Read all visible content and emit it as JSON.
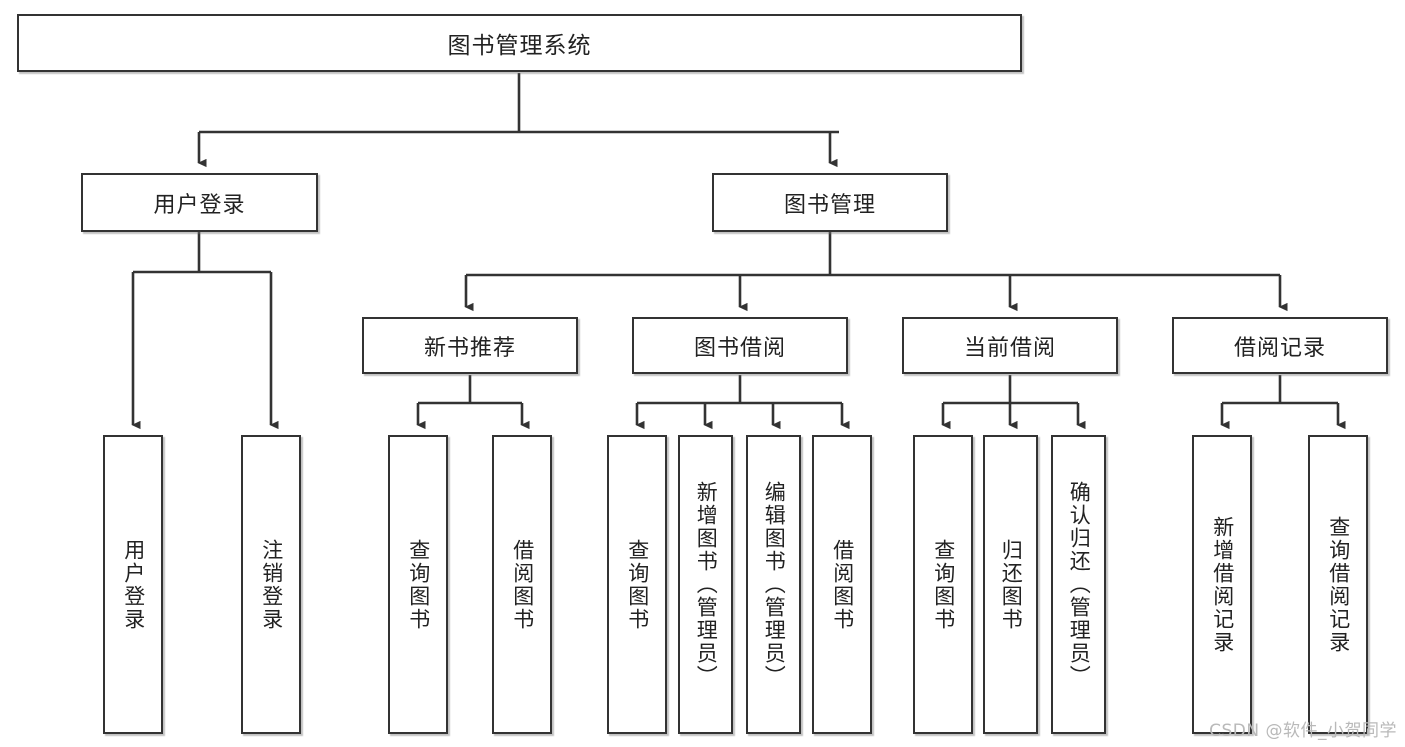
{
  "diagram": {
    "type": "tree-hierarchy",
    "title": "图书管理系统",
    "watermark": "CSDN @软件_小贺同学",
    "colors": {
      "border": "#333333",
      "background": "#ffffff",
      "text": "#222222",
      "watermark": "#b9b9b9"
    },
    "nodes": {
      "root": {
        "label": "图书管理系统",
        "level": 0
      },
      "user_login": {
        "label": "用户登录",
        "level": 1
      },
      "book_manage": {
        "label": "图书管理",
        "level": 1
      },
      "new_book_rec": {
        "label": "新书推荐",
        "level": 2
      },
      "book_borrow": {
        "label": "图书借阅",
        "level": 2
      },
      "current_borrow": {
        "label": "当前借阅",
        "level": 2
      },
      "borrow_record": {
        "label": "借阅记录",
        "level": 2
      },
      "leaf_user_login": {
        "label": "用户登录",
        "level": 2
      },
      "leaf_user_logout": {
        "label": "注销登录",
        "level": 2
      },
      "leaf_query_book_1": {
        "label": "查询图书",
        "level": 3
      },
      "leaf_borrow_book_1": {
        "label": "借阅图书",
        "level": 3
      },
      "leaf_query_book_2": {
        "label": "查询图书",
        "level": 3
      },
      "leaf_add_book": {
        "label": "新增图书（管理员）",
        "level": 3
      },
      "leaf_edit_book": {
        "label": "编辑图书（管理员）",
        "level": 3
      },
      "leaf_borrow_book_2": {
        "label": "借阅图书",
        "level": 3
      },
      "leaf_query_book_3": {
        "label": "查询图书",
        "level": 3
      },
      "leaf_return_book": {
        "label": "归还图书",
        "level": 3
      },
      "leaf_confirm_return": {
        "label": "确认归还（管理员）",
        "level": 3
      },
      "leaf_add_record": {
        "label": "新增借阅记录",
        "level": 3
      },
      "leaf_query_record": {
        "label": "查询借阅记录",
        "level": 3
      }
    },
    "edges": [
      {
        "from": "root",
        "to": "user_login"
      },
      {
        "from": "root",
        "to": "book_manage"
      },
      {
        "from": "user_login",
        "to": "leaf_user_login"
      },
      {
        "from": "user_login",
        "to": "leaf_user_logout"
      },
      {
        "from": "book_manage",
        "to": "new_book_rec"
      },
      {
        "from": "book_manage",
        "to": "book_borrow"
      },
      {
        "from": "book_manage",
        "to": "current_borrow"
      },
      {
        "from": "book_manage",
        "to": "borrow_record"
      },
      {
        "from": "new_book_rec",
        "to": "leaf_query_book_1"
      },
      {
        "from": "new_book_rec",
        "to": "leaf_borrow_book_1"
      },
      {
        "from": "book_borrow",
        "to": "leaf_query_book_2"
      },
      {
        "from": "book_borrow",
        "to": "leaf_add_book"
      },
      {
        "from": "book_borrow",
        "to": "leaf_edit_book"
      },
      {
        "from": "book_borrow",
        "to": "leaf_borrow_book_2"
      },
      {
        "from": "current_borrow",
        "to": "leaf_query_book_3"
      },
      {
        "from": "current_borrow",
        "to": "leaf_return_book"
      },
      {
        "from": "current_borrow",
        "to": "leaf_confirm_return"
      },
      {
        "from": "borrow_record",
        "to": "leaf_add_record"
      },
      {
        "from": "borrow_record",
        "to": "leaf_query_record"
      }
    ]
  }
}
